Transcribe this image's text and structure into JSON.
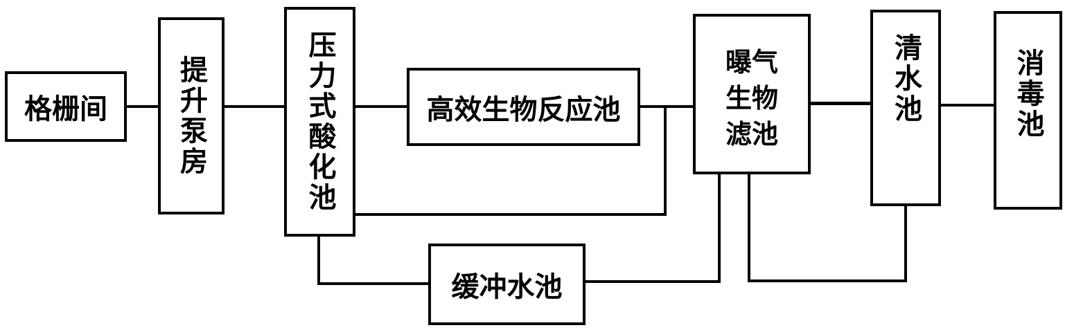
{
  "diagram": {
    "boxes": {
      "grille": "格栅间",
      "pump_house": "提升泵房",
      "acidification": "压力式酸化池",
      "bioreactor": "高效生物反应池",
      "baf_line1": "曝气",
      "baf_line2": "生物",
      "baf_line3": "滤池",
      "clear_water": "清水池",
      "disinfection": "消毒池",
      "buffer": "缓冲水池"
    },
    "colors": {
      "stroke": "#000000",
      "fill": "#ffffff"
    }
  }
}
